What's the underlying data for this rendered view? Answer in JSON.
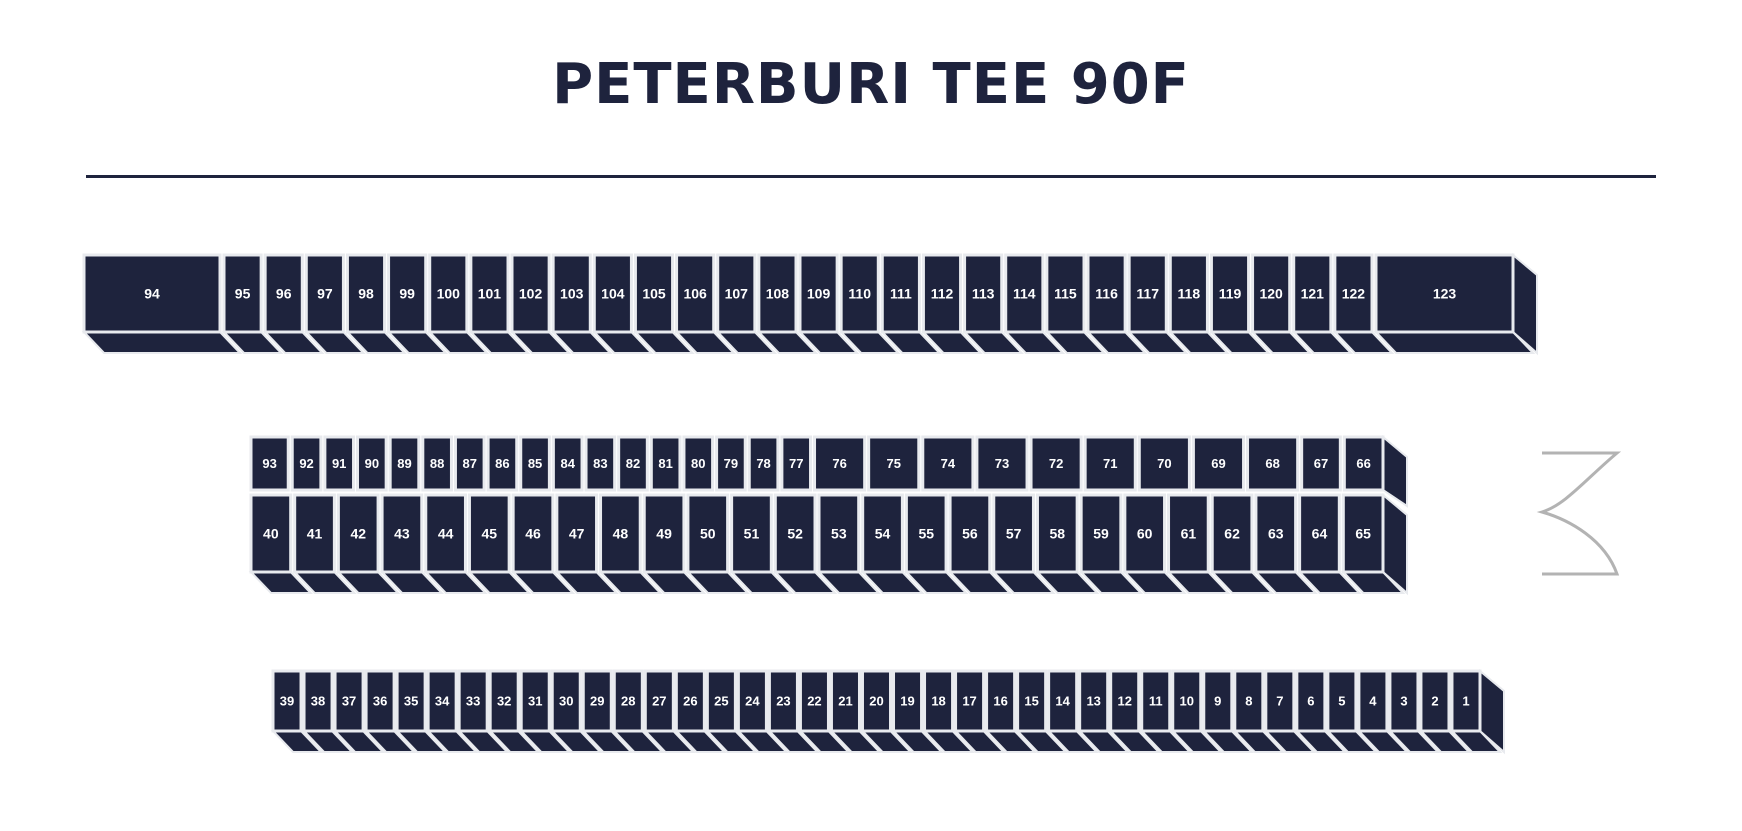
{
  "title": "PETERBURI TEE 90F",
  "colors": {
    "unit_fill": "#1e233d",
    "unit_border": "#e8eaee",
    "label": "#ffffff",
    "entrance_symbol": "#b3b3b3"
  },
  "rows": [
    {
      "id": "row-top",
      "units": [
        "94",
        "95",
        "96",
        "97",
        "98",
        "99",
        "100",
        "101",
        "102",
        "103",
        "104",
        "105",
        "106",
        "107",
        "108",
        "109",
        "110",
        "111",
        "112",
        "113",
        "114",
        "115",
        "116",
        "117",
        "118",
        "119",
        "120",
        "121",
        "122",
        "123"
      ]
    },
    {
      "id": "row-middle-back",
      "units": [
        "93",
        "92",
        "91",
        "90",
        "89",
        "88",
        "87",
        "86",
        "85",
        "84",
        "83",
        "82",
        "81",
        "80",
        "79",
        "78",
        "77",
        "76",
        "75",
        "74",
        "73",
        "72",
        "71",
        "70",
        "69",
        "68",
        "67",
        "66"
      ]
    },
    {
      "id": "row-middle-front",
      "units": [
        "40",
        "41",
        "42",
        "43",
        "44",
        "45",
        "46",
        "47",
        "48",
        "49",
        "50",
        "51",
        "52",
        "53",
        "54",
        "55",
        "56",
        "57",
        "58",
        "59",
        "60",
        "61",
        "62",
        "63",
        "64",
        "65"
      ]
    },
    {
      "id": "row-bottom",
      "units": [
        "39",
        "38",
        "37",
        "36",
        "35",
        "34",
        "33",
        "32",
        "31",
        "30",
        "29",
        "28",
        "27",
        "26",
        "25",
        "24",
        "23",
        "22",
        "21",
        "20",
        "19",
        "18",
        "17",
        "16",
        "15",
        "14",
        "13",
        "12",
        "11",
        "10",
        "9",
        "8",
        "7",
        "6",
        "5",
        "4",
        "3",
        "2",
        "1"
      ]
    }
  ],
  "entrance_icon": "entrance-door-icon"
}
